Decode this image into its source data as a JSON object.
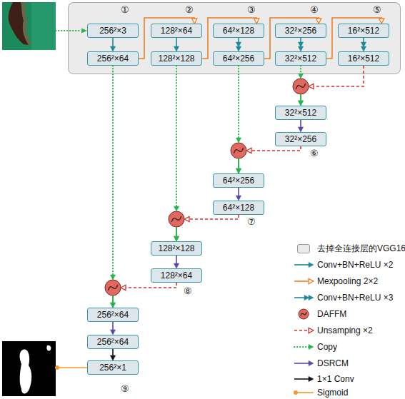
{
  "diagram": {
    "nodes": [
      {
        "text": [
          "①",
          "②",
          "③",
          "④",
          "⑤"
        ]
      },
      {
        "text": [
          "256²×3"
        ],
        "in": 0
      },
      {
        "text": [
          "256²×64"
        ],
        "in": 0
      },
      {
        "text": [
          "128²×64"
        ],
        "in": 0
      },
      {
        "text": [
          "128²×128"
        ],
        "in": 0
      },
      {
        "text": [
          "64²×128"
        ],
        "in": 0
      },
      {
        "text": [
          "64²×256"
        ],
        "in": 0
      },
      {
        "text": [
          "32²×256"
        ],
        "in": 0
      },
      {
        "text": [
          "32²×512"
        ],
        "in": 0
      },
      {
        "text": [
          "16²×512"
        ],
        "in": 0
      },
      {
        "text": [
          "16²×512"
        ],
        "in": 0
      },
      {
        "text": [
          "32²×512"
        ]
      },
      {
        "text": [
          "32²×256"
        ]
      },
      {
        "text": [
          "64²×256"
        ]
      },
      {
        "text": [
          "64²×128"
        ]
      },
      {
        "text": [
          "128²×128"
        ]
      },
      {
        "text": [
          "128²×64"
        ]
      },
      {
        "text": [
          "256²×64"
        ]
      },
      {
        "text": [
          "256²×64"
        ]
      },
      {
        "text": [
          "256²×1"
        ]
      }
    ],
    "edges": [
      {
        "from": 1,
        "to": 2,
        "arrow": "to"
      },
      {
        "from": 2,
        "to": 3,
        "arrow": "to"
      },
      {
        "from": 3,
        "to": 4,
        "arrow": "to"
      },
      {
        "from": 4,
        "to": 5,
        "arrow": "to"
      },
      {
        "from": 5,
        "to": 6,
        "arrow": "to"
      },
      {
        "from": 6,
        "to": 7,
        "arrow": "to"
      },
      {
        "from": 7,
        "to": 8,
        "arrow": "to"
      },
      {
        "from": 8,
        "to": 9,
        "arrow": "to"
      },
      {
        "from": 9,
        "to": 10,
        "arrow": "to"
      },
      {
        "from": 10,
        "to": 11,
        "arrow": "to"
      },
      {
        "from": 8,
        "to": 11,
        "arrow": "to"
      },
      {
        "from": 11,
        "to": 12,
        "arrow": "to"
      },
      {
        "from": 12,
        "to": 13,
        "arrow": "to"
      },
      {
        "from": 6,
        "to": 13,
        "arrow": "to"
      },
      {
        "from": 13,
        "to": 14,
        "arrow": "to"
      },
      {
        "from": 14,
        "to": 15,
        "arrow": "to"
      },
      {
        "from": 4,
        "to": 15,
        "arrow": "to"
      },
      {
        "from": 15,
        "to": 16,
        "arrow": "to"
      },
      {
        "from": 16,
        "to": 17,
        "arrow": "to"
      },
      {
        "from": 2,
        "to": 17,
        "arrow": "to"
      },
      {
        "from": 17,
        "to": 18,
        "arrow": "to"
      },
      {
        "from": 18,
        "to": 19,
        "arrow": "to"
      }
    ],
    "labels": [
      "⑥",
      "⑦",
      "⑧",
      "⑨"
    ],
    "legend": [
      {
        "text": "去掉全连接层的VGG16",
        "color": "#ebebeb"
      },
      {
        "text": "Conv+BN+ReLU ×2"
      },
      {
        "text": "Mexpooling 2×2"
      },
      {
        "text": "Conv+BN+ReLU ×3"
      },
      {
        "text": "DAFFM"
      },
      {
        "text": "Unsamping ×2"
      },
      {
        "text": "Copy"
      },
      {
        "text": "DSRCM"
      },
      {
        "text": "1×1 Conv"
      },
      {
        "text": "Sigmoid"
      }
    ]
  }
}
